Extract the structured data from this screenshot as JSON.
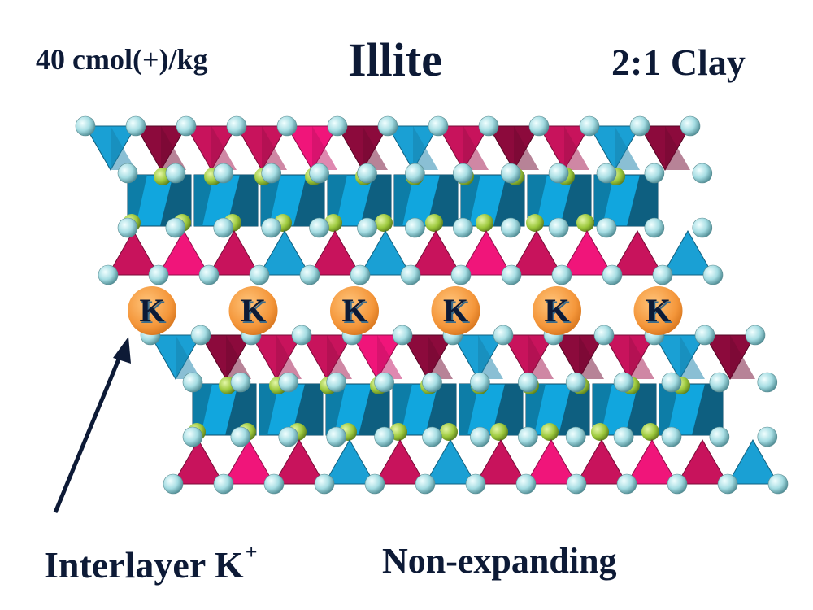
{
  "header": {
    "cec": "40 cmol(+)/kg",
    "title": "Illite",
    "clay_type": "2:1 Clay"
  },
  "footer": {
    "interlayer": "Interlayer K",
    "interlayer_sup": "+",
    "non_expanding": "Non-expanding"
  },
  "interlayer_cations": [
    "K",
    "K",
    "K",
    "K",
    "K",
    "K"
  ],
  "colors": {
    "text": "#0d1a36",
    "tetra_magenta": "#c8135c",
    "tetra_pink": "#f0157a",
    "tetra_maroon": "#8c0a3c",
    "tetra_blue": "#1aa0d4",
    "octa_blue": "#11a6de",
    "octa_dark": "#0e5f80",
    "oxygen": "#a6dde3",
    "hydroxyl": "#9cc83c",
    "potassium": "#f4963a"
  }
}
